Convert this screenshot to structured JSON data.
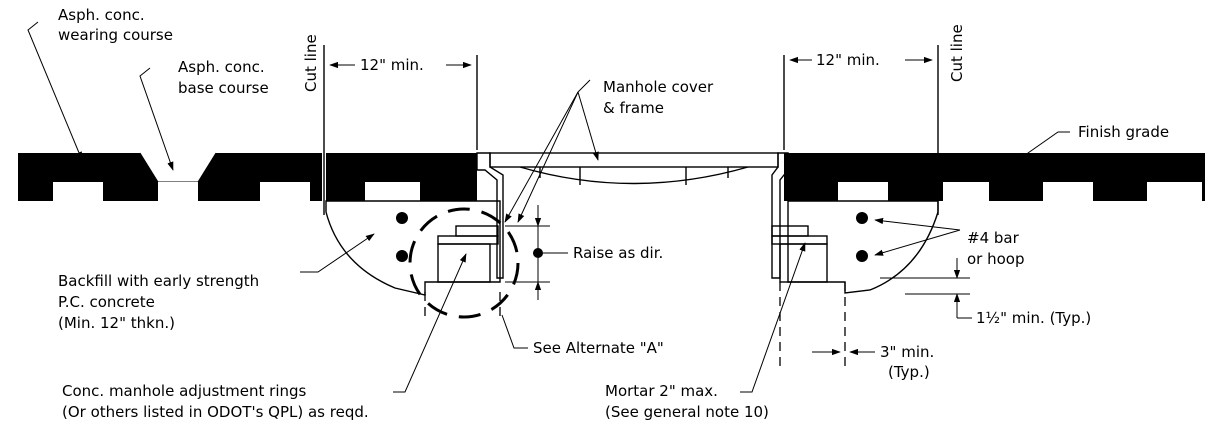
{
  "labels": {
    "wearing_course": [
      "Asph. conc.",
      "wearing course"
    ],
    "base_course": [
      "Asph. conc.",
      "base course"
    ],
    "cut_line_left": "Cut line",
    "cut_line_right": "Cut line",
    "dim_left": "12\" min.",
    "dim_right": "12\" min.",
    "manhole": [
      "Manhole cover",
      "& frame"
    ],
    "finish_grade": "Finish grade",
    "bar": [
      "#4 bar",
      "or hoop"
    ],
    "raise": "Raise as dir.",
    "backfill": [
      "Backfill  with early strength",
      "P.C. concrete",
      "(Min. 12\" thkn.)"
    ],
    "alternate": "See Alternate \"A\"",
    "min_1_half": "1½\" min. (Typ.)",
    "min_3": [
      "3\" min.",
      "(Typ.)"
    ],
    "rings": [
      "Conc. manhole adjustment rings",
      "(Or others listed in ODOT's QPL) as reqd."
    ],
    "mortar": [
      "Mortar 2\" max.",
      "(See general note 10)"
    ]
  }
}
